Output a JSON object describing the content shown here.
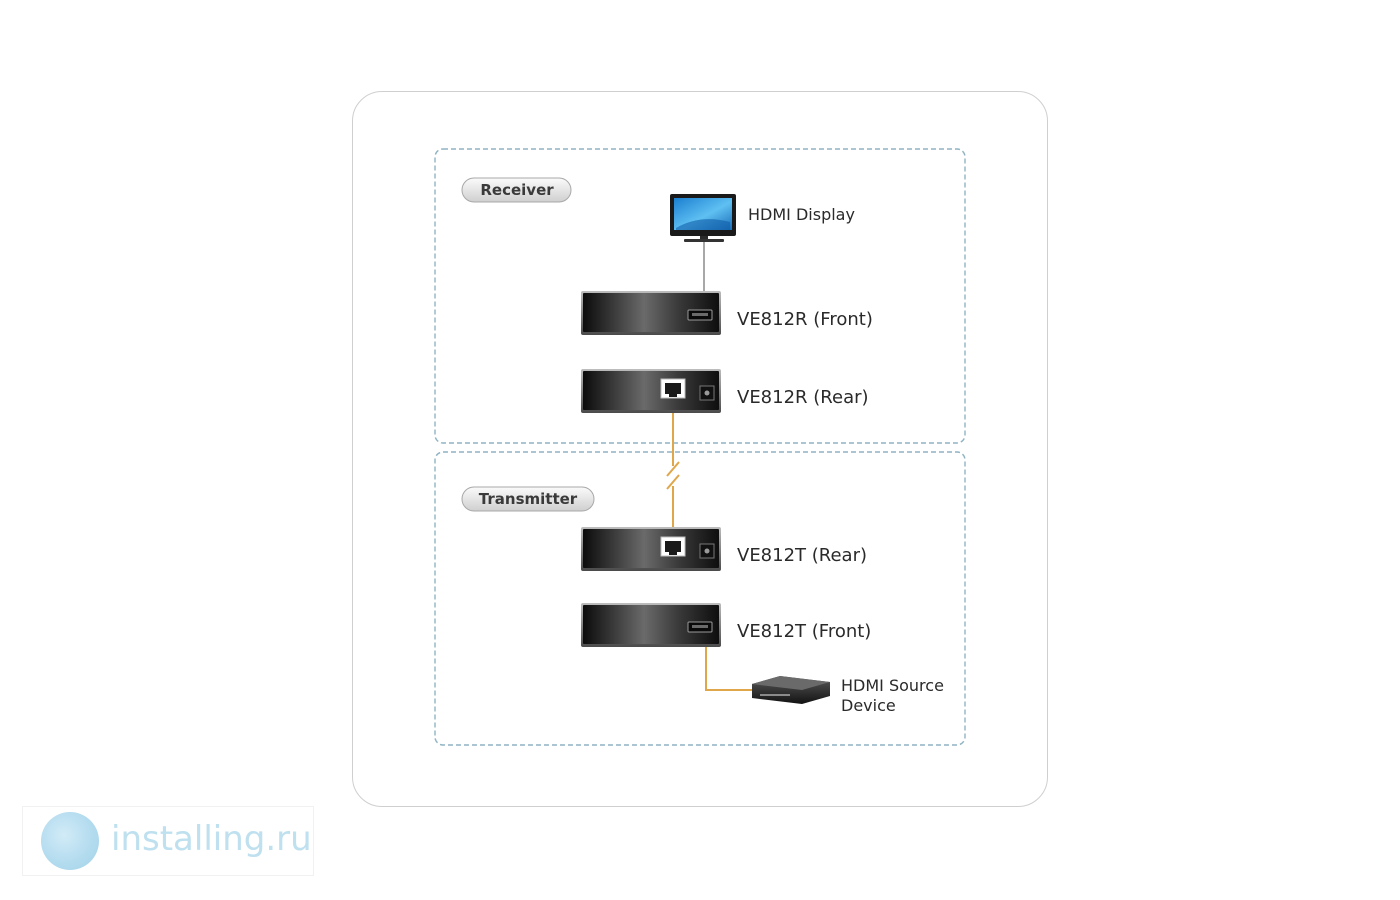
{
  "sections": {
    "receiver": {
      "title": "Receiver"
    },
    "transmitter": {
      "title": "Transmitter"
    }
  },
  "devices": {
    "hdmi_display": "HDMI Display",
    "receiver_front": "VE812R (Front)",
    "receiver_rear": "VE812R (Rear)",
    "transmitter_rear": "VE812T (Rear)",
    "transmitter_front": "VE812T (Front)",
    "hdmi_source_line1": "HDMI Source",
    "hdmi_source_line2": "Device"
  },
  "watermark": {
    "text": "installing.ru",
    "icon": "installing-logo-icon"
  },
  "colors": {
    "cat_cable": "#e0a64a",
    "hdmi_cable_top": "#8a8a8a",
    "hdmi_cable_bottom": "#e0a64a",
    "dashed_border": "#8fb3c4",
    "watermark_text": "#bfe0ef"
  }
}
